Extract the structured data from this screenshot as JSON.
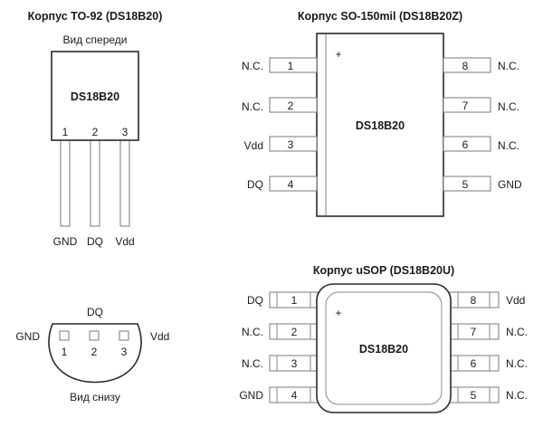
{
  "to92": {
    "title": "Корпус TO-92 (DS18B20)",
    "front_view_label": "Вид спереди",
    "bottom_view_label": "Вид снизу",
    "chip_label": "DS18B20",
    "pins": [
      {
        "number": "1",
        "name": "GND"
      },
      {
        "number": "2",
        "name": "DQ"
      },
      {
        "number": "3",
        "name": "Vdd"
      }
    ]
  },
  "so150": {
    "title": "Корпус SO-150mil (DS18B20Z)",
    "chip_label": "DS18B20",
    "pin1_marker": "+",
    "left_pins": [
      {
        "number": "1",
        "name": "N.C."
      },
      {
        "number": "2",
        "name": "N.C."
      },
      {
        "number": "3",
        "name": "Vdd"
      },
      {
        "number": "4",
        "name": "DQ"
      }
    ],
    "right_pins": [
      {
        "number": "8",
        "name": "N.C."
      },
      {
        "number": "7",
        "name": "N.C."
      },
      {
        "number": "6",
        "name": "N.C."
      },
      {
        "number": "5",
        "name": "GND"
      }
    ]
  },
  "usop": {
    "title": "Корпус uSOP (DS18B20U)",
    "chip_label": "DS18B20",
    "pin1_marker": "+",
    "left_pins": [
      {
        "number": "1",
        "name": "DQ"
      },
      {
        "number": "2",
        "name": "N.C."
      },
      {
        "number": "3",
        "name": "N.C."
      },
      {
        "number": "4",
        "name": "GND"
      }
    ],
    "right_pins": [
      {
        "number": "8",
        "name": "Vdd"
      },
      {
        "number": "7",
        "name": "N.C."
      },
      {
        "number": "6",
        "name": "N.C."
      },
      {
        "number": "5",
        "name": "N.C."
      }
    ]
  }
}
